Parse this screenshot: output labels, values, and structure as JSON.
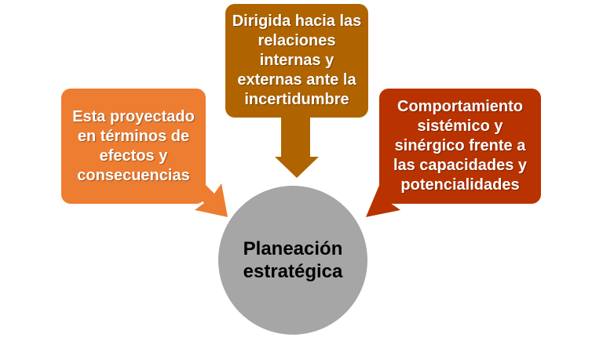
{
  "center": {
    "label": "Planeación estratégica",
    "color": "#A6A6A6"
  },
  "boxes": {
    "left": {
      "text": "Esta proyectado en términos de efectos y consecuencias",
      "color": "#ED7D31"
    },
    "top": {
      "text": "Dirigida hacia las relaciones internas y externas ante la incertidumbre",
      "color": "#B06400"
    },
    "right": {
      "text": "Comportamiento sistémico y sinérgico frente a las capacidades y potencialidades",
      "color": "#B83300"
    }
  }
}
